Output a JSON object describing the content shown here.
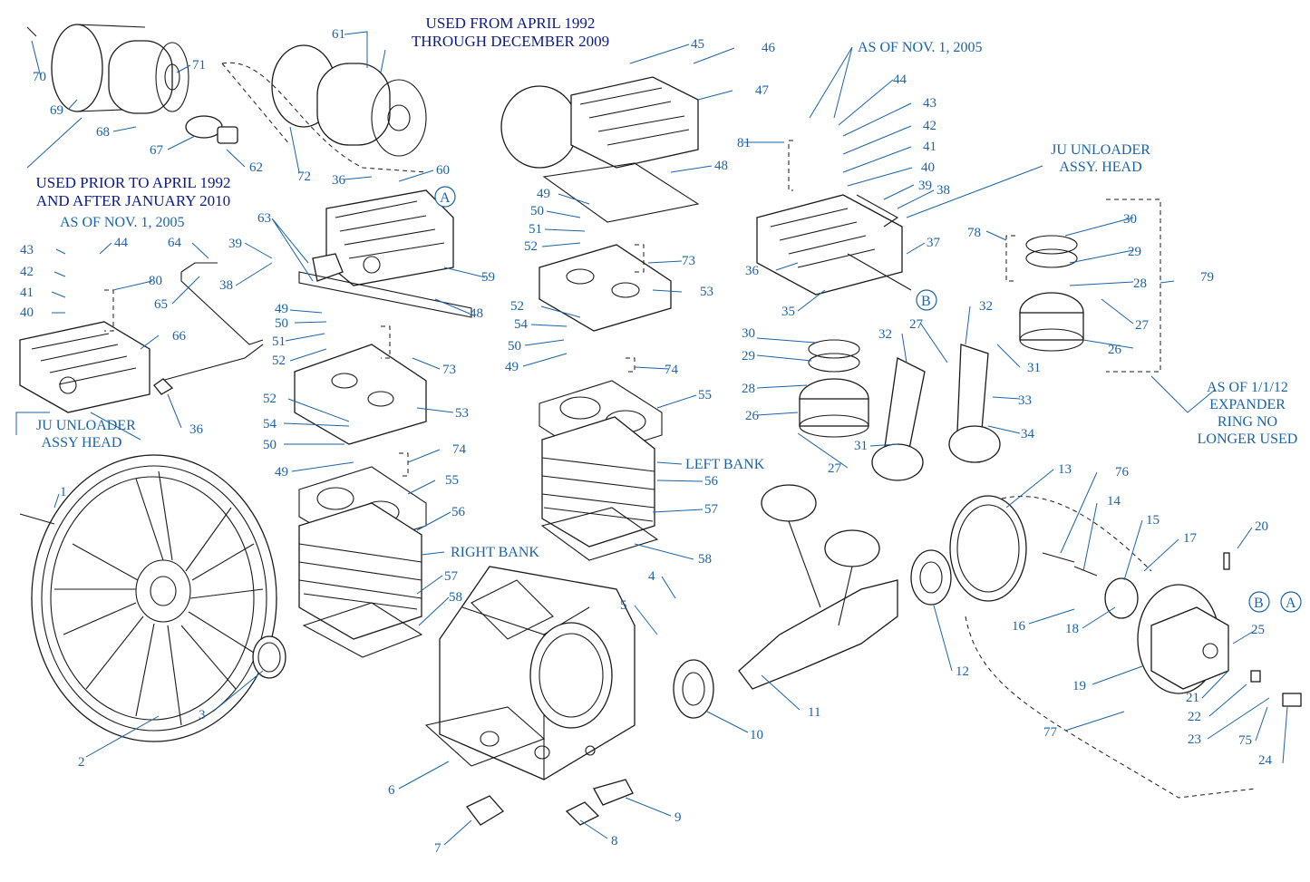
{
  "notes": {
    "top_left_1": "USED PRIOR TO APRIL 1992",
    "top_left_2": "AND AFTER JANUARY 2010",
    "top_center_1": "USED FROM APRIL 1992",
    "top_center_2": "THROUGH DECEMBER 2009",
    "nov2005_left": "AS OF NOV. 1, 2005",
    "nov2005_right": "AS OF NOV. 1, 2005",
    "ju_left_1": "JU UNLOADER",
    "ju_left_2": "ASSY HEAD",
    "ju_right_1": "JU UNLOADER",
    "ju_right_2": "ASSY. HEAD",
    "expander_1": "AS OF 1/1/12",
    "expander_2": "EXPANDER",
    "expander_3": "RING NO",
    "expander_4": "LONGER USED",
    "left_bank": "LEFT BANK",
    "right_bank": "RIGHT BANK"
  },
  "callouts": {
    "a": "A",
    "b": "B"
  },
  "part_numbers": {
    "p1": "1",
    "p2": "2",
    "p3": "3",
    "p4": "4",
    "p5": "5",
    "p6": "6",
    "p7": "7",
    "p8": "8",
    "p9": "9",
    "p10": "10",
    "p11": "11",
    "p12": "12",
    "p13": "13",
    "p14": "14",
    "p15": "15",
    "p16": "16",
    "p17": "17",
    "p18": "18",
    "p19": "19",
    "p20": "20",
    "p21": "21",
    "p22": "22",
    "p23": "23",
    "p24": "24",
    "p25": "25",
    "p26": "26",
    "p27": "27",
    "p28": "28",
    "p29": "29",
    "p30": "30",
    "p31": "31",
    "p32": "32",
    "p33": "33",
    "p34": "34",
    "p35": "35",
    "p36": "36",
    "p37": "37",
    "p38": "38",
    "p39": "39",
    "p40": "40",
    "p41": "41",
    "p42": "42",
    "p43": "43",
    "p44": "44",
    "p45": "45",
    "p46": "46",
    "p47": "47",
    "p48": "48",
    "p49": "49",
    "p50": "50",
    "p51": "51",
    "p52": "52",
    "p53": "53",
    "p54": "54",
    "p55": "55",
    "p56": "56",
    "p57": "57",
    "p58": "58",
    "p59": "59",
    "p60": "60",
    "p61": "61",
    "p62": "62",
    "p63": "63",
    "p64": "64",
    "p65": "65",
    "p66": "66",
    "p67": "67",
    "p68": "68",
    "p69": "69",
    "p70": "70",
    "p71": "71",
    "p72": "72",
    "p73": "73",
    "p74": "74",
    "p75": "75",
    "p76": "76",
    "p77": "77",
    "p78": "78",
    "p79": "79",
    "p80": "80",
    "p81": "81"
  },
  "colors": {
    "label_blue": "#1a63a8",
    "note_navy": "#0a1a8c",
    "line": "#1a1a1a"
  }
}
